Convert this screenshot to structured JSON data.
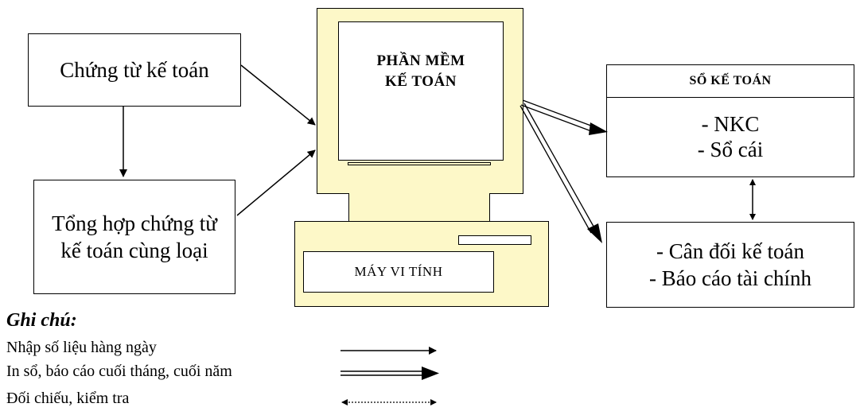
{
  "diagram": {
    "source_doc_box": {
      "label": "Chứng từ kế toán"
    },
    "summary_doc_box": {
      "label": "Tổng hợp chứng từ kế toán cùng loại"
    },
    "computer": {
      "screen_title_line1": "PHẦN MỀM",
      "screen_title_line2": "KẾ TOÁN",
      "base_label": "MÁY VI TÍNH"
    },
    "ledger_box": {
      "header": "SỔ KẾ TOÁN",
      "line1": "- NKC",
      "line2": "- Sổ cái"
    },
    "report_box": {
      "line1": "- Cân đối kế toán",
      "line2": "- Báo cáo tài chính"
    }
  },
  "legend": {
    "title": "Ghi chú:",
    "items": [
      {
        "label": "Nhập số liệu hàng ngày",
        "arrow": "single"
      },
      {
        "label": "In sổ, báo cáo cuối tháng, cuối năm",
        "arrow": "double"
      },
      {
        "label": "Đối chiếu, kiểm tra",
        "arrow": "dotted-bidirectional"
      }
    ]
  },
  "colors": {
    "computer_fill": "#fdf8c8",
    "line": "#000000"
  }
}
